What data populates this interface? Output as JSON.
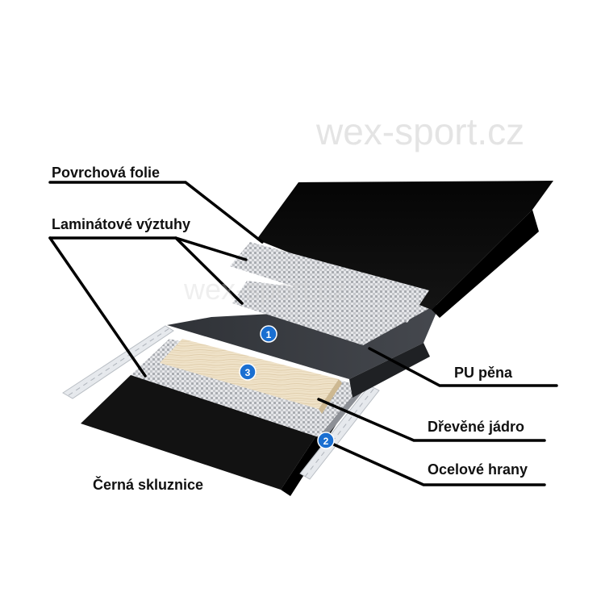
{
  "watermark": {
    "main": "wex-sport.cz",
    "faint": "wex-sport.cz"
  },
  "labels": {
    "top_sheet": "Povrchová folie",
    "laminates": "Laminátové výztuhy",
    "pu_foam": "PU pěna",
    "wood_core": "Dřevěné jádro",
    "steel_edges": "Ocelové hrany",
    "base": "Černá skluznice"
  },
  "badges": {
    "one": "1",
    "two": "2",
    "three": "3"
  },
  "colors": {
    "badge_blue": "#1a6fd1",
    "top_sheet": "#0b0b0b",
    "foam": "#3a3d42",
    "laminate": "#c9cbcf",
    "wood": "#eee0c6",
    "steel": "#e3e6ea",
    "base": "#111111"
  }
}
